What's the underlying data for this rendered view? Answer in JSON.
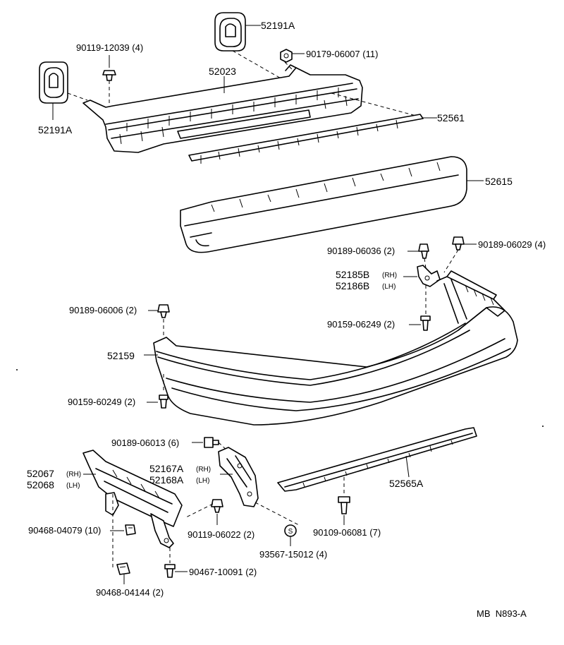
{
  "parts": {
    "grommet_top": {
      "number": "52191A"
    },
    "grommet_left": {
      "number": "52191A"
    },
    "nut_top": {
      "number": "90179-06007",
      "qty": "(11)"
    },
    "clip_top": {
      "number": "90119-12039",
      "qty": "(4)"
    },
    "reinforcement": {
      "number": "52023"
    },
    "strip_upper": {
      "number": "52561"
    },
    "energy_absorber": {
      "number": "52615"
    },
    "clip_right_a": {
      "number": "90189-06036",
      "qty": "(2)"
    },
    "clip_right_b": {
      "number": "90189-06029",
      "qty": "(4)"
    },
    "bracket_rh": {
      "number": "52185B",
      "side": "(RH)"
    },
    "bracket_lh": {
      "number": "52186B",
      "side": "(LH)"
    },
    "clip_left": {
      "number": "90189-06006",
      "qty": "(2)"
    },
    "screw_right": {
      "number": "90159-06249",
      "qty": "(2)"
    },
    "bumper_cover": {
      "number": "52159"
    },
    "screw_left": {
      "number": "90159-60249",
      "qty": "(2)"
    },
    "clip_mid": {
      "number": "90189-06013",
      "qty": "(6)"
    },
    "support_rh": {
      "number": "52067",
      "side": "(RH)"
    },
    "support_lh": {
      "number": "52068",
      "side": "(LH)"
    },
    "retainer_rh": {
      "number": "52167A",
      "side": "(RH)"
    },
    "retainer_lh": {
      "number": "52168A",
      "side": "(LH)"
    },
    "strip_lower": {
      "number": "52565A"
    },
    "nut_lower": {
      "number": "90468-04079",
      "qty": "(10)"
    },
    "clip_lower": {
      "number": "90119-06022",
      "qty": "(2)"
    },
    "bolt_lower": {
      "number": "90109-06081",
      "qty": "(7)"
    },
    "s_marker": {
      "symbol": "S"
    },
    "rivet": {
      "number": "93567-15012",
      "qty": "(4)"
    },
    "screw_lower": {
      "number": "90467-10091",
      "qty": "(2)"
    },
    "nut_bottom": {
      "number": "90468-04144",
      "qty": "(2)"
    }
  },
  "footer": {
    "code": "MB  N893-A"
  },
  "colors": {
    "line": "#000000",
    "background": "#ffffff"
  }
}
